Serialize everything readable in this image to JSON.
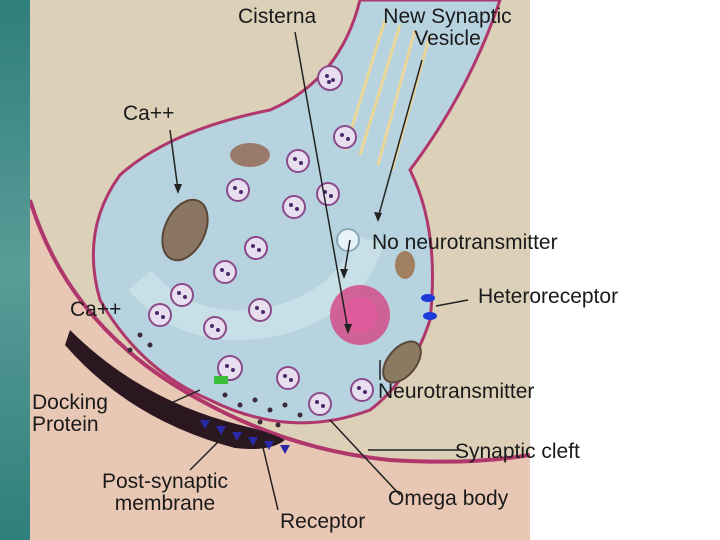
{
  "colors": {
    "slide_bar": "#2f7f7a",
    "terminal_fill": "#b7d3df",
    "membrane": "#b0376b",
    "cleft_band": "#2a1720",
    "background": "#ddd0b9"
  },
  "labels": {
    "cisterna": "Cisterna",
    "new_synaptic_vesicle_1": "New Synaptic",
    "new_synaptic_vesicle_2": "Vesicle",
    "ca_top": "Ca++",
    "ca_left": "Ca++",
    "no_neurotransmitter": "No neurotransmitter",
    "heteroreceptor": "Heteroreceptor",
    "docking_protein_1": "Docking",
    "docking_protein_2": "Protein",
    "neurotransmitter": "Neurotransmitter",
    "synaptic_cleft": "Synaptic cleft",
    "post_synaptic_membrane_1": "Post-synaptic",
    "post_synaptic_membrane_2": "membrane",
    "omega_body": "Omega body",
    "receptor": "Receptor"
  }
}
